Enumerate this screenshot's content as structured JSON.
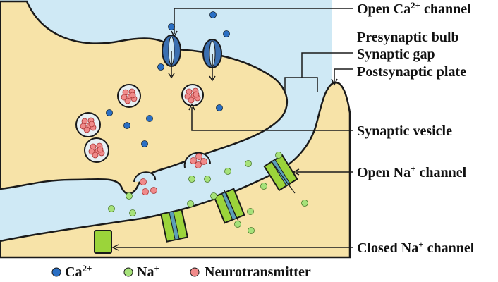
{
  "labels": {
    "open_ca_channel": {
      "pre": "Open Ca",
      "sup": "2+",
      "post": " channel"
    },
    "presynaptic_bulb": "Presynaptic bulb",
    "synaptic_gap": "Synaptic gap",
    "postsynaptic_plate": "Postsynaptic plate",
    "synaptic_vesicle": "Synaptic vesicle",
    "open_na_channel": {
      "pre": "Open Na",
      "sup": "+",
      "post": " channel"
    },
    "closed_na_channel": {
      "pre": "Closed Na",
      "sup": "+",
      "post": " channel"
    }
  },
  "legend": {
    "ca": {
      "pre": "Ca",
      "sup": "2+"
    },
    "na": {
      "pre": "Na",
      "sup": "+"
    },
    "neurotransmitter": "Neurotransmitter"
  },
  "colors": {
    "fluid": "#cfe9f5",
    "cell": "#f7e3a8",
    "outline": "#1a1a1a",
    "ca_ion": "#2a6fc4",
    "na_ion": "#a6e27a",
    "neurotransmitter": "#f08a8a",
    "vesicle": "#e8f0f4",
    "na_channel": "#9bd43a",
    "ca_channel": "#3b6fb0"
  }
}
